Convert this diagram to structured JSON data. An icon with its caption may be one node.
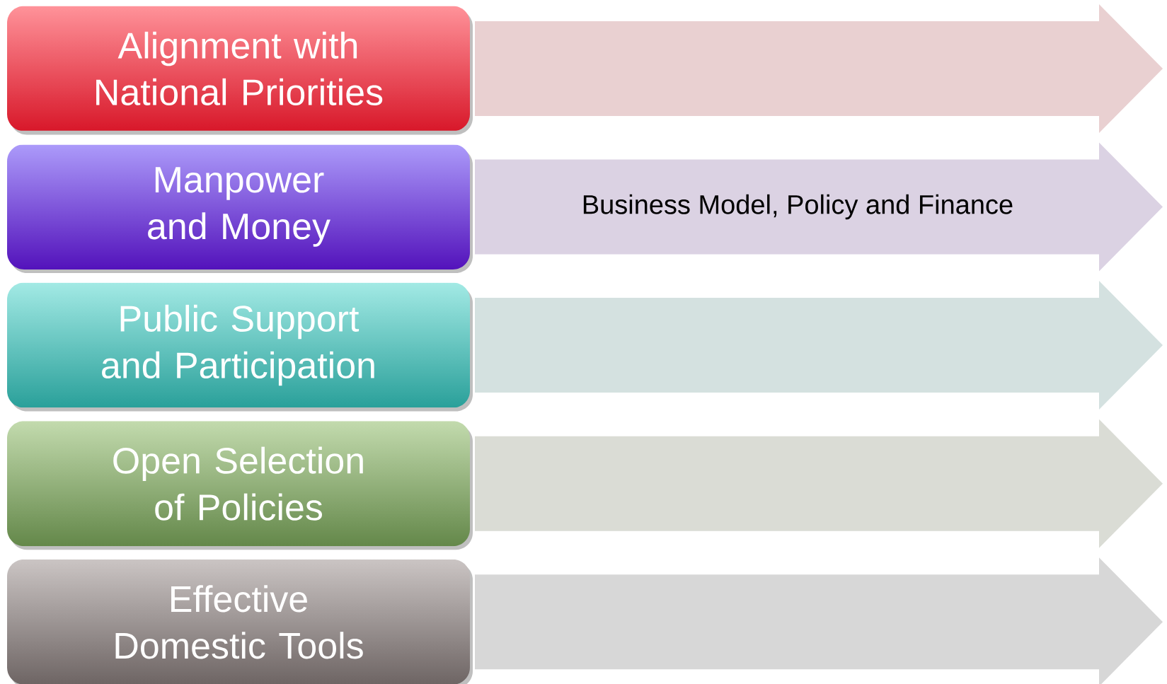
{
  "diagram": {
    "nodes": [
      {
        "text": [
          "Alignment with National Priorities"
        ]
      },
      {
        "text": [],
        "shape": "arrow"
      },
      {
        "text": [
          "Manpower and Money"
        ]
      },
      {
        "text": [
          "Business Model, Policy and Finance"
        ]
      },
      {
        "text": [
          "Public Support and Participation"
        ]
      },
      {
        "text": [],
        "shape": "arrow"
      },
      {
        "text": [
          "Open Selection of Policies"
        ]
      },
      {
        "text": [],
        "shape": "arrow"
      },
      {
        "text": [
          "Effective Domestic Tools"
        ]
      },
      {
        "text": [],
        "shape": "arrow"
      }
    ]
  }
}
